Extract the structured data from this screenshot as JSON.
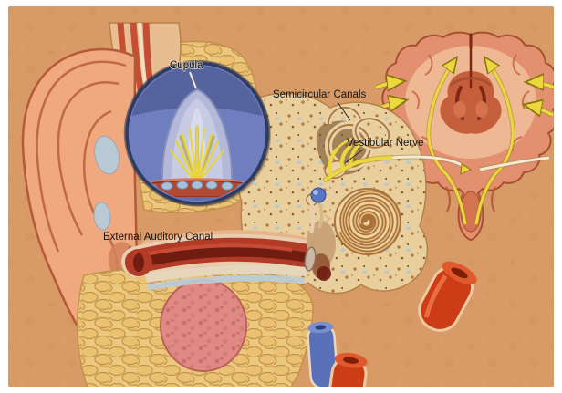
{
  "figure": {
    "description": "Cross-section anatomical illustration of the human ear and vestibular system with magnified cupula inset and brain coronal section"
  },
  "labels": {
    "cupula": "Cupula",
    "semicircular_canals": "Semicircular Canals",
    "vestibular_nerve": "Vestibular Nerve",
    "external_auditory_canal": "External Auditory Canal"
  },
  "colors": {
    "background": "#d89a66",
    "label_text": "#141414",
    "skin": "#f0a87e",
    "skin_outline": "#b55a39",
    "fat": "#ecc87f",
    "fat_outline": "#c2924c",
    "canal_red": "#b23b28",
    "canal_core": "#701c10",
    "bone": "#e9cf9e",
    "bone_outline": "#b5824a",
    "inset_blue": "#6e7ebe",
    "inset_cap": "#55649e",
    "inset_rim": "#2e3a60",
    "cupula_membrane": "#b4b9da",
    "hair_cell_yellow": "#ecd83e",
    "crista_red": "#b04a34",
    "brain_cortex": "#e29070",
    "brain_inner": "#f0bd98",
    "brain_deep": "#c25836",
    "brain_outline": "#a84f30",
    "pathway_yellow": "#ecd83e",
    "nerve_cream": "#f4ead0",
    "artery_red": "#cc3c16",
    "vein_blue": "#5a70b8",
    "gland_pink": "#e08a86",
    "cartilage_blue": "#b9cbd9"
  }
}
